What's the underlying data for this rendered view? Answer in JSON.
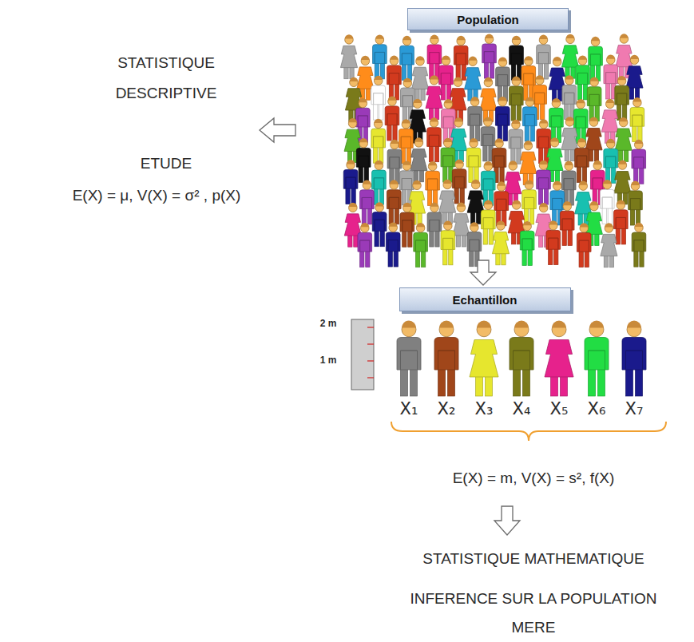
{
  "diagram": {
    "nodes": [
      {
        "text": [
          "Population"
        ]
      },
      {
        "text": [
          "Echantillon"
        ]
      }
    ],
    "labels": [
      "STATISTIQUE DESCRIPTIVE",
      "ETUDE",
      "E(X) = μ,  V(X) = σ² ,  p(X)",
      "2 m",
      "1 m",
      "X₁",
      "X₂",
      "X₃",
      "X₄",
      "X₅",
      "X₆",
      "X₇",
      "E(X) = m,  V(X) = s²,  f(X)",
      "STATISTIQUE MATHEMATIQUE",
      "INFERENCE SUR LA POPULATION MERE"
    ]
  }
}
